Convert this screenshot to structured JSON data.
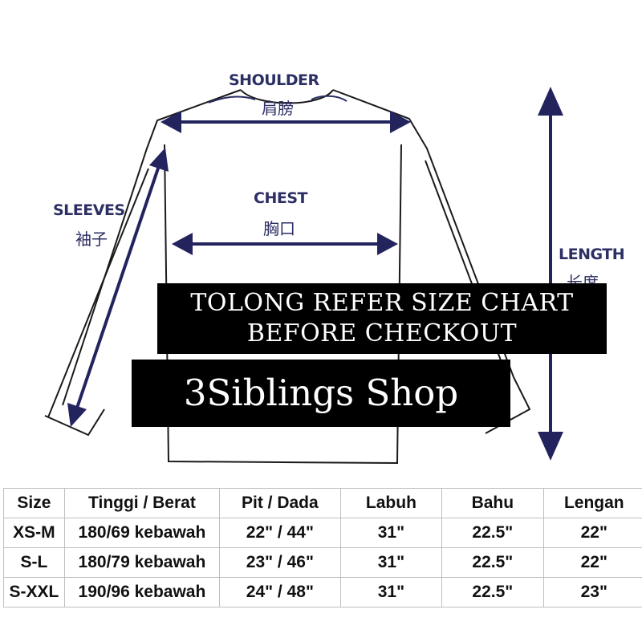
{
  "labels": {
    "shoulder_en": "SHOULDER",
    "shoulder_cn": "肩膀",
    "chest_en": "CHEST",
    "chest_cn": "胸口",
    "sleeves_en": "SLEEVES",
    "sleeves_cn": "袖子",
    "length_en": "LENGTH",
    "length_cn": "长度"
  },
  "banner": {
    "line1": "TOLONG REFER SIZE CHART",
    "line2": "BEFORE CHECKOUT",
    "shop_name": "3Siblings Shop"
  },
  "colors": {
    "arrow": "#23245e",
    "outline": "#1a1a1a",
    "banner_bg": "#000000"
  },
  "table": {
    "headers": [
      "Size",
      "Tinggi / Berat",
      "Pit / Dada",
      "Labuh",
      "Bahu",
      "Lengan"
    ],
    "rows": [
      [
        "XS-M",
        "180/69 kebawah",
        "22\" / 44\"",
        "31\"",
        "22.5\"",
        "22\""
      ],
      [
        "S-L",
        "180/79 kebawah",
        "23\" / 46\"",
        "31\"",
        "22.5\"",
        "22\""
      ],
      [
        "S-XXL",
        "190/96 kebawah",
        "24\" / 48\"",
        "31\"",
        "22.5\"",
        "23\""
      ]
    ]
  }
}
